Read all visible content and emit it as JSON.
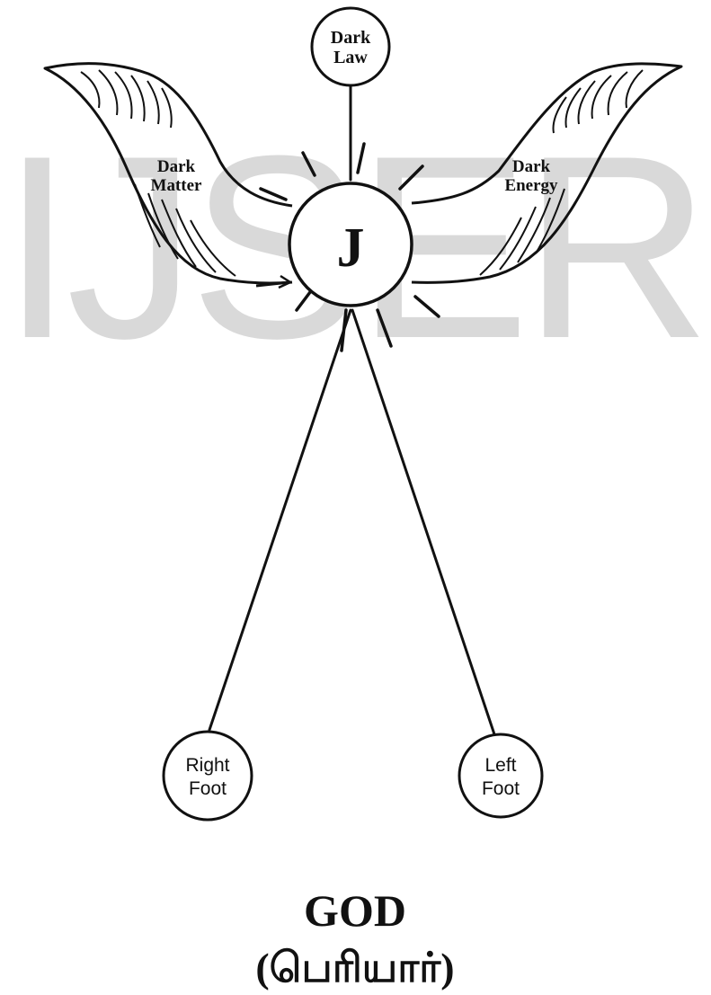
{
  "watermark": {
    "text": "IJSER",
    "color": "#d9d9d9"
  },
  "diagram": {
    "stroke_color": "#111111",
    "fill_color": "#ffffff",
    "nodes": {
      "top": {
        "line1": "Dark",
        "line2": "Law"
      },
      "center": {
        "label": "J"
      },
      "right_foot": {
        "line1": "Right",
        "line2": "Foot"
      },
      "left_foot": {
        "line1": "Left",
        "line2": "Foot"
      }
    },
    "wings": {
      "left": {
        "line1": "Dark",
        "line2": "Matter"
      },
      "right": {
        "line1": "Dark",
        "line2": "Energy"
      }
    }
  },
  "caption": {
    "title": "GOD",
    "subtitle": "(பெரியார்)"
  }
}
